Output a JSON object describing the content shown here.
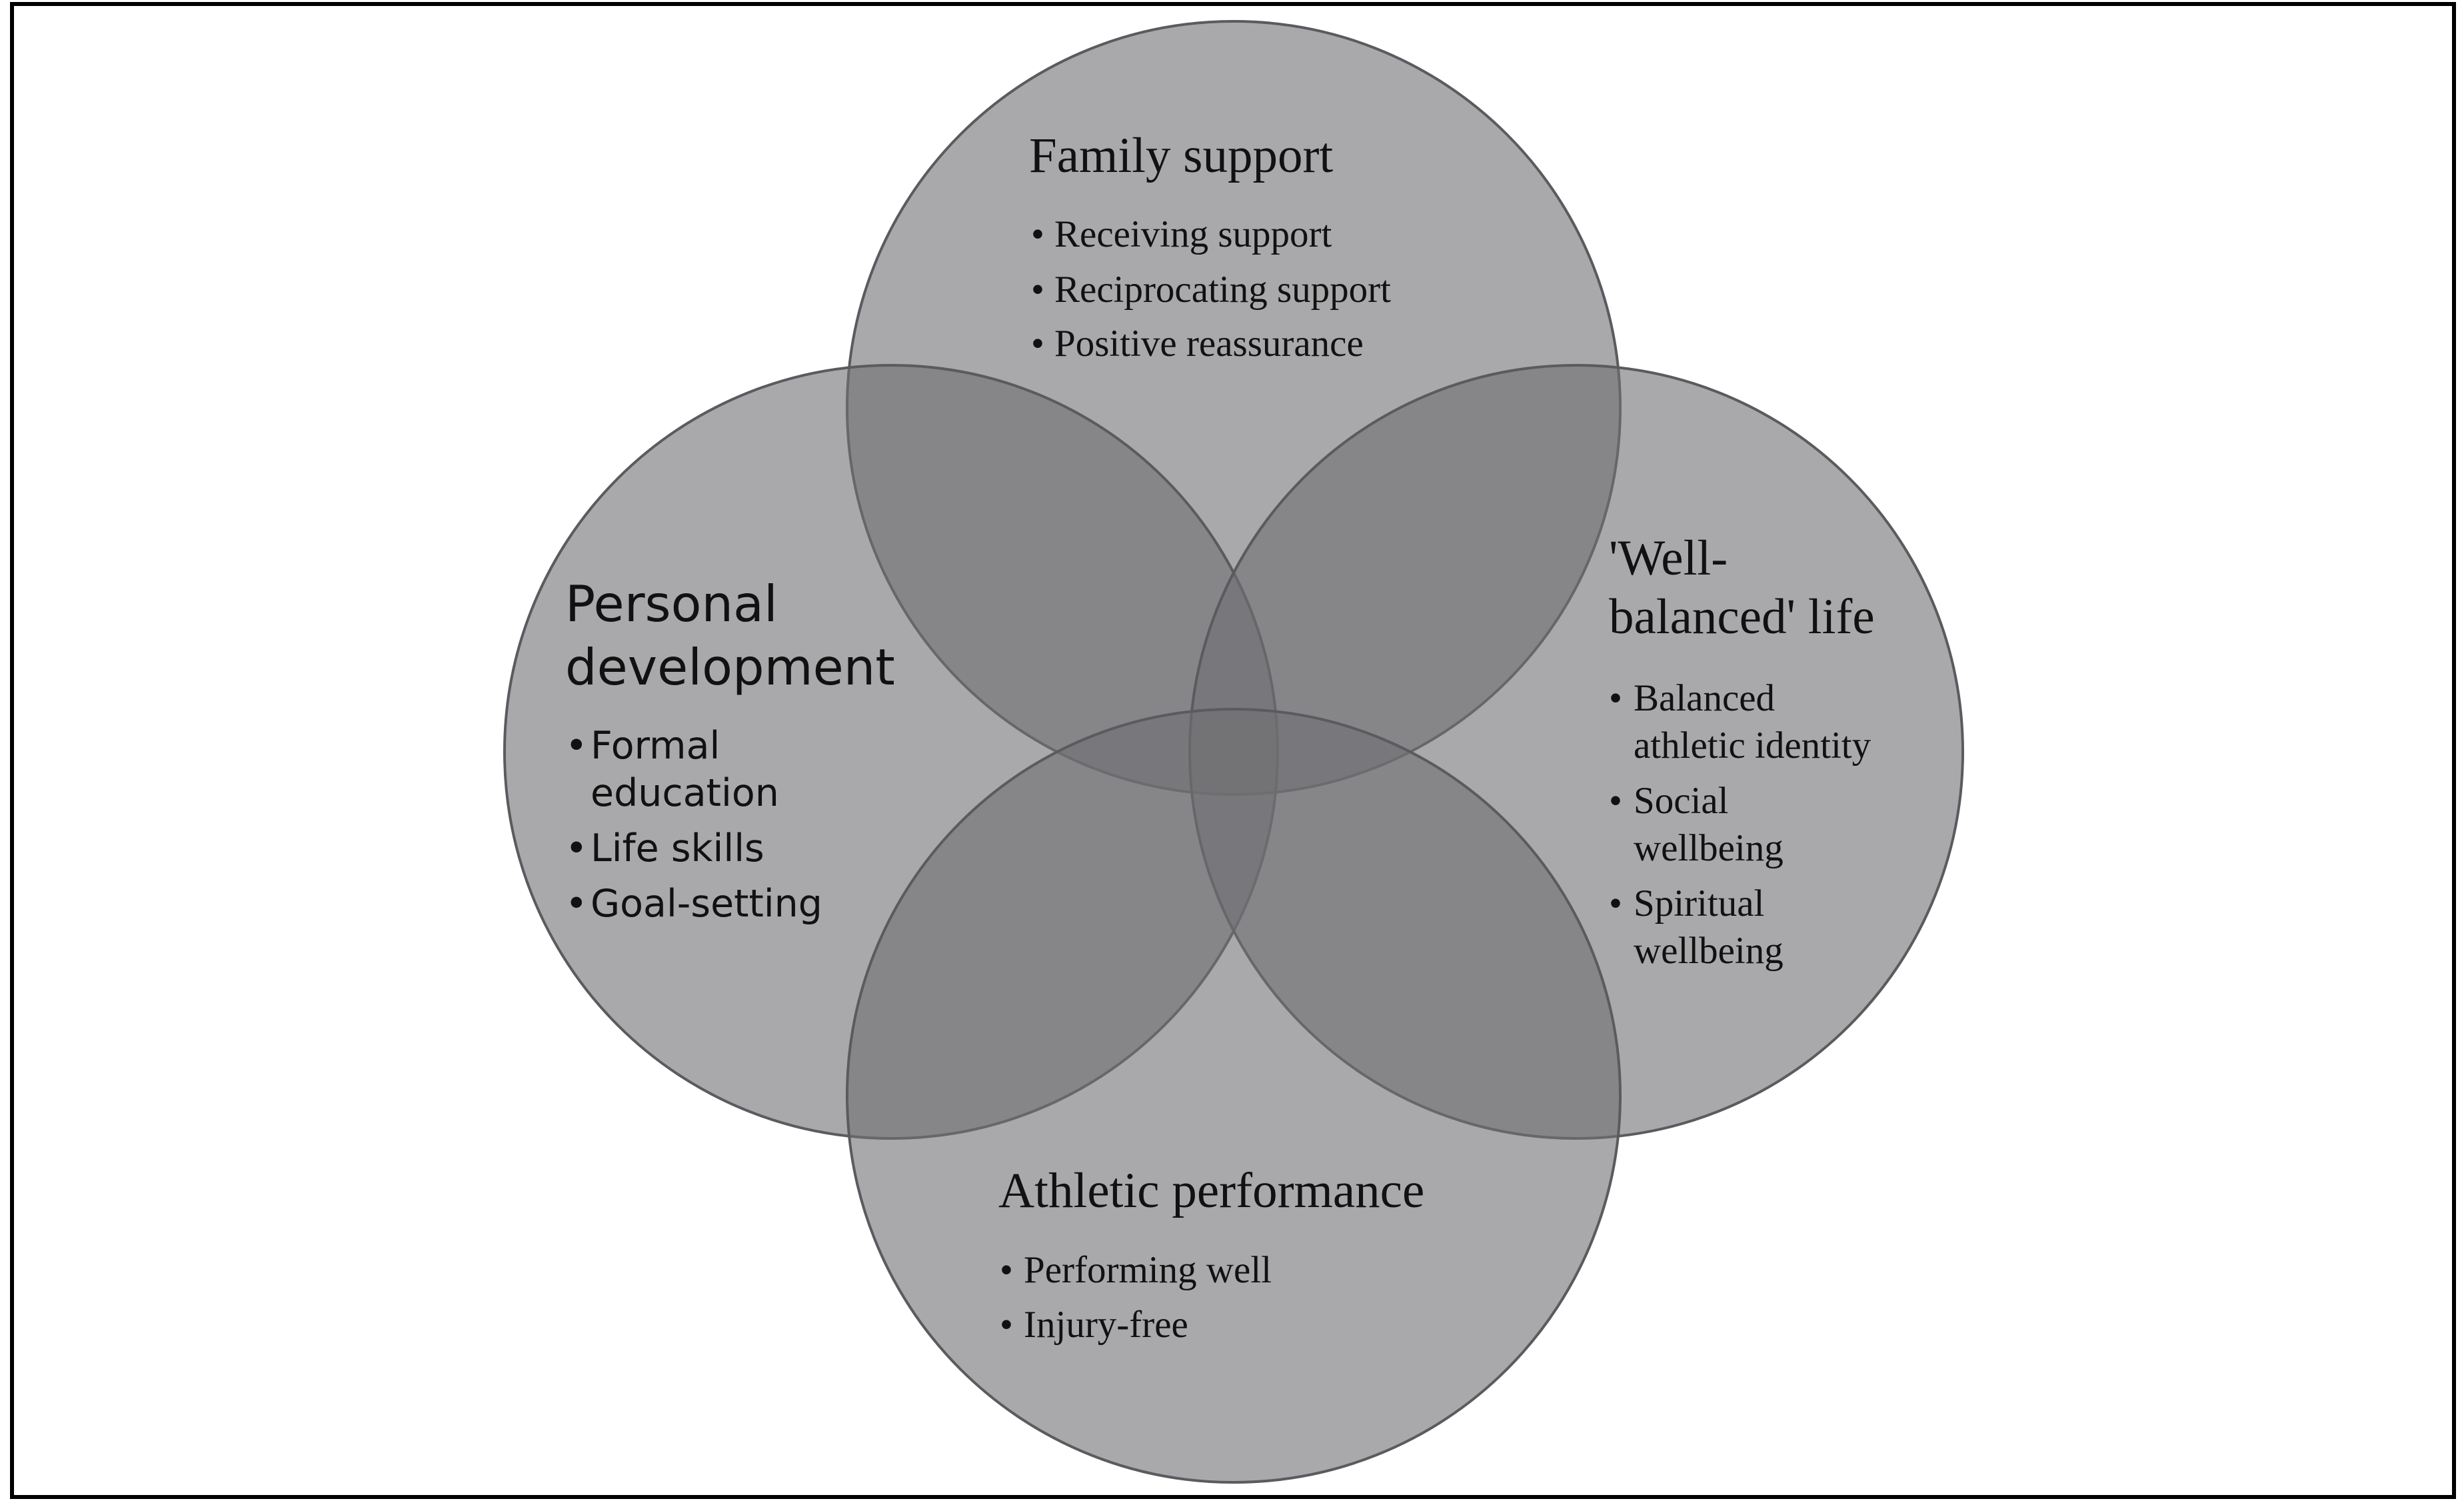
{
  "family_support": {
    "title": "Family support",
    "items": [
      "Receiving support",
      "Reciprocating support",
      "Positive reassurance"
    ]
  },
  "personal_development": {
    "title_lines": [
      "Personal",
      "development"
    ],
    "items": [
      [
        "Formal",
        "education"
      ],
      [
        "Life skills"
      ],
      [
        "Goal-setting"
      ]
    ]
  },
  "well_balanced_life": {
    "title_lines": [
      "'Well-",
      "balanced' life"
    ],
    "items": [
      [
        "Balanced",
        "athletic identity"
      ],
      [
        "Social",
        "wellbeing"
      ],
      [
        "Spiritual",
        "wellbeing"
      ]
    ]
  },
  "athletic_performance": {
    "title": "Athletic performance",
    "items": [
      "Performing well",
      "Injury-free"
    ]
  },
  "bullet": "•",
  "colors": {
    "circle_fill": "#6f7073",
    "circle_stroke": "#5a5b5e",
    "frame": "#000000"
  }
}
